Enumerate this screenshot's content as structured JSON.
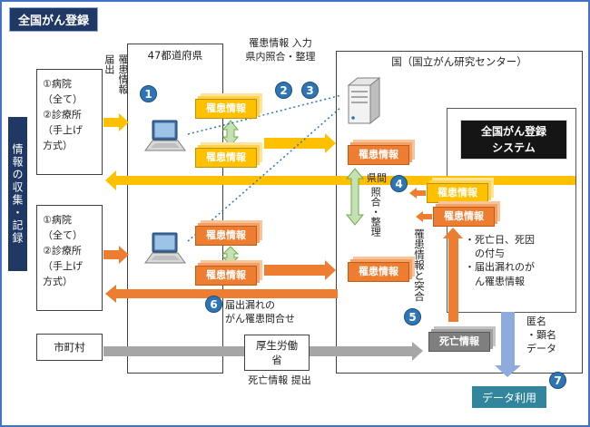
{
  "title": "全国がん登録",
  "sidebar_label": "情報の収集・記録",
  "colors": {
    "navy": "#1f3864",
    "frame_blue": "#4472c4",
    "step_blue": "#2e75b6",
    "incidence_yellow": "#ffc000",
    "incidence_orange": "#ed7d31",
    "death_gray": "#7f7f7f",
    "data_use_teal": "#31859c",
    "matching_green": "#c5e0b4",
    "download_blue": "#8faadc"
  },
  "left": {
    "hospital_text": "①病院\n（全て）\n②診療所\n（手上げ\n方式）",
    "municipality": "市町村",
    "report_label": "罹患情報\n届出"
  },
  "prefecture": {
    "title": "47都道府県",
    "process_note": "罹患情報 入力\n県内照合・整理",
    "inquiry_note": "届出漏れの\nがん罹患問合せ"
  },
  "country": {
    "title": "国（国立がん研究センター）",
    "system_label": "全国がん登録\nシステム",
    "interpref_label_1": "県間",
    "interpref_label_2": "照合・整理",
    "match_label": "罹患情報と突合",
    "notes": "・死亡日、死因\n　の付与\n・届出漏れのが\n　ん罹患情報",
    "death_info_label": "死亡情報",
    "anonymous_label": "匿名\n・顕名\nデータ",
    "data_use_label": "データ利用"
  },
  "incidence_label": "罹患情報",
  "mhlw_label": "厚生労働\n省",
  "death_submit_label": "死亡情報 提出",
  "steps": [
    "1",
    "2",
    "3",
    "4",
    "5",
    "6",
    "7"
  ]
}
